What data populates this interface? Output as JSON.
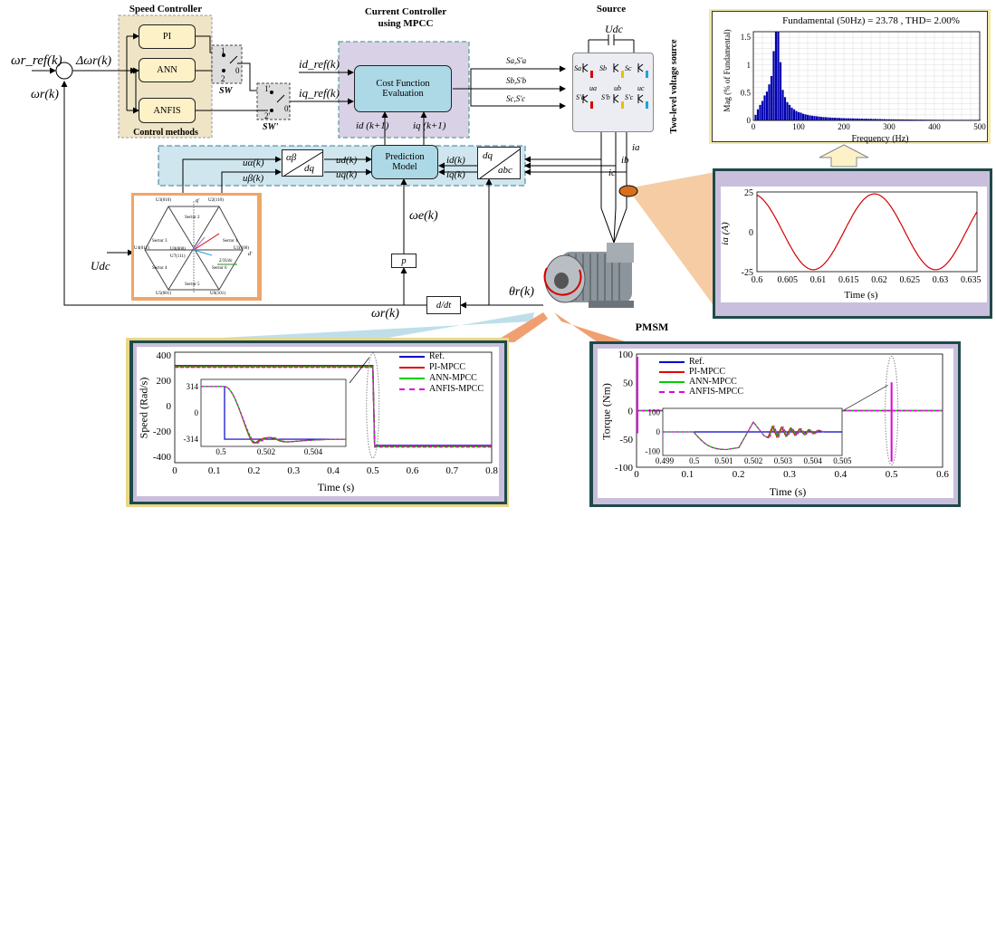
{
  "speed_controller": {
    "title": "Speed Controller",
    "blocks": [
      "PI",
      "ANN",
      "ANFIS"
    ],
    "footer": "Control methods",
    "sw": "SW",
    "sw2": "SW'"
  },
  "current_controller": {
    "title_line1": "Current Controller",
    "title_line2": "using MPCC",
    "cost_label": "Cost Function Evaluation",
    "prediction_label": "Prediction Model"
  },
  "source": {
    "title": "Source",
    "udc": "Udc",
    "side_label": "Two-level voltage source"
  },
  "signals": {
    "w_ref": "ωr_ref(k)",
    "d_w": "Δωr(k)",
    "w_fb": "ωr(k)",
    "id_ref": "id_ref(k)",
    "iq_ref": "iq_ref(k)",
    "id_k1": "id (k+1)",
    "iq_k1": "iq (k+1)",
    "sa": "Sa,S'a",
    "sb": "Sb,S'b",
    "sc": "Sc,S'c",
    "ia": "ia",
    "ib": "ib",
    "ic": "ic",
    "ualpha": "uα(k)",
    "ubeta": "uβ(k)",
    "ud": "ud(k)",
    "uq": "uq(k)",
    "id": "id(k)",
    "iq": "iq(k)",
    "we": "ωe(k)",
    "p": "p",
    "ddt": "d/dt",
    "theta": "θr(k)",
    "wr_bottom": "ωr(k)",
    "udc_left": "Udc"
  },
  "transforms": {
    "ab_top": "αβ",
    "ab_bot": "dq",
    "dq_top": "dq",
    "dq_bot": "abc"
  },
  "switch_marks": {
    "one": "1",
    "zero": "0",
    "two": "2",
    "one_p": "1'",
    "zero_p": "0'",
    "two_p": "2'"
  },
  "pmsm_label": "PMSM",
  "inverter_labels": {
    "sa": "Sa",
    "sb": "Sb",
    "sc": "Sc",
    "sap": "S'a",
    "sbp": "S'b",
    "scp": "S'c",
    "ua": "ua",
    "ub": "ub",
    "uc": "uc"
  },
  "hexagon": {
    "vectors": [
      "U2(110)",
      "U3(010)",
      "U4(011)",
      "U5(001)",
      "U6(101)",
      "U1(100)",
      "U0(000)",
      "U7(111)"
    ],
    "sectors": [
      "Sector 1",
      "Sector 2",
      "Sector 3",
      "Sector 4",
      "Sector 5",
      "Sector 6"
    ],
    "axis_q": "q'",
    "axis_d": "d'",
    "annotation": "2/3Udc"
  },
  "chart_data": [
    {
      "type": "bar",
      "title": "Fundamental (50Hz) = 23.78 , THD= 2.00%",
      "xlabel": "Frequency (Hz)",
      "ylabel": "Mag (% of Fundamental)",
      "xlim": [
        0,
        500
      ],
      "ylim": [
        0,
        1.6
      ],
      "xticks": [
        "0",
        "100",
        "200",
        "300",
        "400",
        "500"
      ],
      "yticks": [
        "0",
        "0.5",
        "1",
        "1.5"
      ],
      "grid": true,
      "x": [
        5,
        10,
        15,
        20,
        25,
        30,
        35,
        40,
        45,
        50,
        55,
        60,
        65,
        70,
        75,
        80,
        85,
        90,
        95,
        100,
        105,
        110,
        115,
        120,
        125,
        130,
        135,
        140,
        145,
        150,
        155,
        160,
        165,
        170,
        175,
        180,
        185,
        190,
        195,
        200,
        205,
        210,
        215,
        220,
        225,
        230,
        235,
        240,
        245,
        250,
        255,
        260,
        265,
        270,
        275,
        280,
        285,
        290,
        295,
        300,
        305,
        310,
        315,
        320,
        325,
        330,
        335,
        340,
        345,
        350,
        355,
        360,
        365,
        370,
        375,
        380,
        385,
        390,
        395,
        400,
        405,
        410,
        415,
        420,
        425,
        430,
        435,
        440,
        445,
        450,
        455,
        460,
        465,
        470,
        475,
        480,
        485,
        490,
        495,
        500
      ],
      "values": [
        0.1,
        0.2,
        0.28,
        0.35,
        0.45,
        0.52,
        0.65,
        0.8,
        1.25,
        1.6,
        1.6,
        1.05,
        0.55,
        0.42,
        0.33,
        0.28,
        0.23,
        0.2,
        0.17,
        0.15,
        0.14,
        0.12,
        0.11,
        0.1,
        0.09,
        0.085,
        0.08,
        0.075,
        0.07,
        0.065,
        0.06,
        0.058,
        0.055,
        0.052,
        0.05,
        0.048,
        0.046,
        0.044,
        0.042,
        0.04,
        0.039,
        0.038,
        0.037,
        0.036,
        0.035,
        0.034,
        0.033,
        0.032,
        0.031,
        0.03,
        0.029,
        0.028,
        0.027,
        0.026,
        0.025,
        0.024,
        0.023,
        0.022,
        0.021,
        0.02,
        0.02,
        0.019,
        0.019,
        0.018,
        0.018,
        0.017,
        0.017,
        0.016,
        0.016,
        0.015,
        0.015,
        0.015,
        0.014,
        0.014,
        0.014,
        0.013,
        0.013,
        0.013,
        0.012,
        0.012,
        0.012,
        0.011,
        0.011,
        0.011,
        0.01,
        0.01,
        0.01,
        0.01,
        0.01,
        0.01,
        0.01,
        0.01,
        0.01,
        0.01,
        0.01,
        0.01,
        0.01,
        0.01,
        0.01,
        0.01
      ]
    },
    {
      "type": "line",
      "xlabel": "Time (s)",
      "ylabel": "ia (A)",
      "xlim": [
        0.6,
        0.636
      ],
      "ylim": [
        -25,
        25
      ],
      "xticks": [
        "0.6",
        "0.605",
        "0.61",
        "0.615",
        "0.62",
        "0.625",
        "0.63",
        "0.635"
      ],
      "yticks": [
        "25",
        "0",
        "-25"
      ],
      "series": [
        {
          "amplitude": 23.78,
          "frequency_hz": 50,
          "phase_deg": 104,
          "color": "#d40000"
        }
      ]
    },
    {
      "type": "line",
      "xlabel": "Time (s)",
      "ylabel": "Speed (Rad/s)",
      "xlim": [
        0,
        0.8
      ],
      "ylim": [
        -450,
        420
      ],
      "xticks": [
        "0",
        "0.1",
        "0.2",
        "0.3",
        "0.4",
        "0.5",
        "0.6",
        "0.7",
        "0.8"
      ],
      "yticks": [
        "400",
        "200",
        "0",
        "-200",
        "-400"
      ],
      "legend": "top-right",
      "series": [
        {
          "name": "Ref.",
          "color": "#0000cc"
        },
        {
          "name": "PI-MPCC",
          "color": "#e00000"
        },
        {
          "name": "ANN-MPCC",
          "color": "#00cc00"
        },
        {
          "name": "ANFIS-MPCC",
          "color": "#e000e0",
          "dashed": true
        }
      ],
      "steps": {
        "before": 314,
        "after": -314,
        "step_time": 0.5
      },
      "inset": {
        "xticks": [
          "0.5",
          "0.502",
          "0.504"
        ],
        "yticks": [
          "314",
          "0",
          "-314"
        ]
      }
    },
    {
      "type": "line",
      "xlabel": "Time (s)",
      "ylabel": "Torque (Nm)",
      "xlim": [
        0,
        0.6
      ],
      "ylim": [
        -100,
        100
      ],
      "xticks": [
        "0",
        "0.1",
        "0.2",
        "0.3",
        "0.4",
        "0.5",
        "0.6"
      ],
      "yticks": [
        "100",
        "50",
        "0",
        "-50",
        "-100"
      ],
      "legend": "top-left",
      "series": [
        {
          "name": "Ref.",
          "color": "#0000cc"
        },
        {
          "name": "PI-MPCC",
          "color": "#e00000"
        },
        {
          "name": "ANN-MPCC",
          "color": "#00cc00"
        },
        {
          "name": "ANFIS-MPCC",
          "color": "#e000e0",
          "dashed": true
        }
      ],
      "inset": {
        "xticks": [
          "0.499",
          "0.5",
          "0.501",
          "0.502",
          "0.503",
          "0.504",
          "0.505"
        ],
        "yticks": [
          "100",
          "0",
          "-100"
        ]
      }
    }
  ]
}
